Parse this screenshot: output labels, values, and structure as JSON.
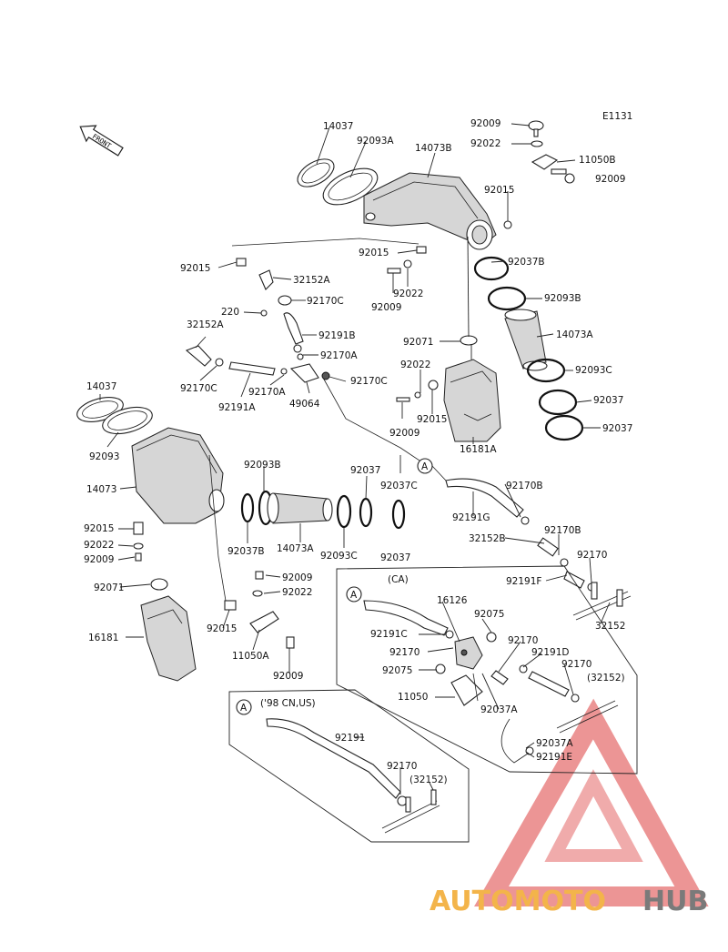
{
  "diagram": {
    "code": "E1131",
    "front_label": "FRONT",
    "callout_letter": "A",
    "section_ca": "(CA)",
    "section_98": "('98 CN,US)",
    "labels": {
      "p14037_top": "14037",
      "p92093A": "92093A",
      "p14073B": "14073B",
      "p92009_tr": "92009",
      "p92022_tr": "92022",
      "p11050B": "11050B",
      "p92009_tr2": "92009",
      "p92015_tr": "92015",
      "p92015_mid": "92015",
      "p92037B_r": "92037B",
      "p92093B_r": "92093B",
      "p14073A_r": "14073A",
      "p92093C_r": "92093C",
      "p92037_r1": "92037",
      "p92037_r2": "92037",
      "p92022_mid": "92022",
      "p92009_mid": "92009",
      "p92071_r": "92071",
      "p92022_r2": "92022",
      "p92015_r2": "92015",
      "p92009_r2": "92009",
      "p16181A": "16181A",
      "p92015_l": "92015",
      "p32152A_t": "32152A",
      "p220": "220",
      "p92170C_t": "92170C",
      "p92191B": "92191B",
      "p92170A_t": "92170A",
      "p32152A_l": "32152A",
      "p92170C_l": "92170C",
      "p92170A_m": "92170A",
      "p92191A": "92191A",
      "p49064": "49064",
      "p92170C_r": "92170C",
      "p14037_l": "14037",
      "p92093_l": "92093",
      "p14073": "14073",
      "p92015_l2": "92015",
      "p92022_l2": "92022",
      "p92009_l2": "92009",
      "p92071_l": "92071",
      "p16181": "16181",
      "p92093B_m": "92093B",
      "p92037_m": "92037",
      "p92037C": "92037C",
      "p92037B_m": "92037B",
      "p14073A_m": "14073A",
      "p92093C_m": "92093C",
      "p92037_m2": "92037",
      "p92009_m3": "92009",
      "p92022_m3": "92022",
      "p92015_m3": "92015",
      "p11050A": "11050A",
      "p92009_m4": "92009",
      "p92170B_1": "92170B",
      "p92191G": "92191G",
      "p32152B": "32152B",
      "p92170B_2": "92170B",
      "p92170_r": "92170",
      "p92191F": "92191F",
      "p32152_r": "32152",
      "p16126": "16126",
      "p92075_1": "92075",
      "p92191C": "92191C",
      "p92170_ca1": "92170",
      "p92170_ca2": "92170",
      "p92191D": "92191D",
      "p92170_ca3": "92170",
      "p32152_ca": "(32152)",
      "p92075_2": "92075",
      "p11050": "11050",
      "p92037A_1": "92037A",
      "p92037A_2": "92037A",
      "p92191E": "92191E",
      "p92191_b": "92191",
      "p92170_b": "92170",
      "p32152_b": "(32152)"
    },
    "watermark": {
      "brand_part1": "AUTOMOTO",
      "brand_part2": "HUB",
      "color_orange": "#f3b44a",
      "color_gray": "#7a7a7a",
      "color_red": "#e15a5a"
    }
  }
}
